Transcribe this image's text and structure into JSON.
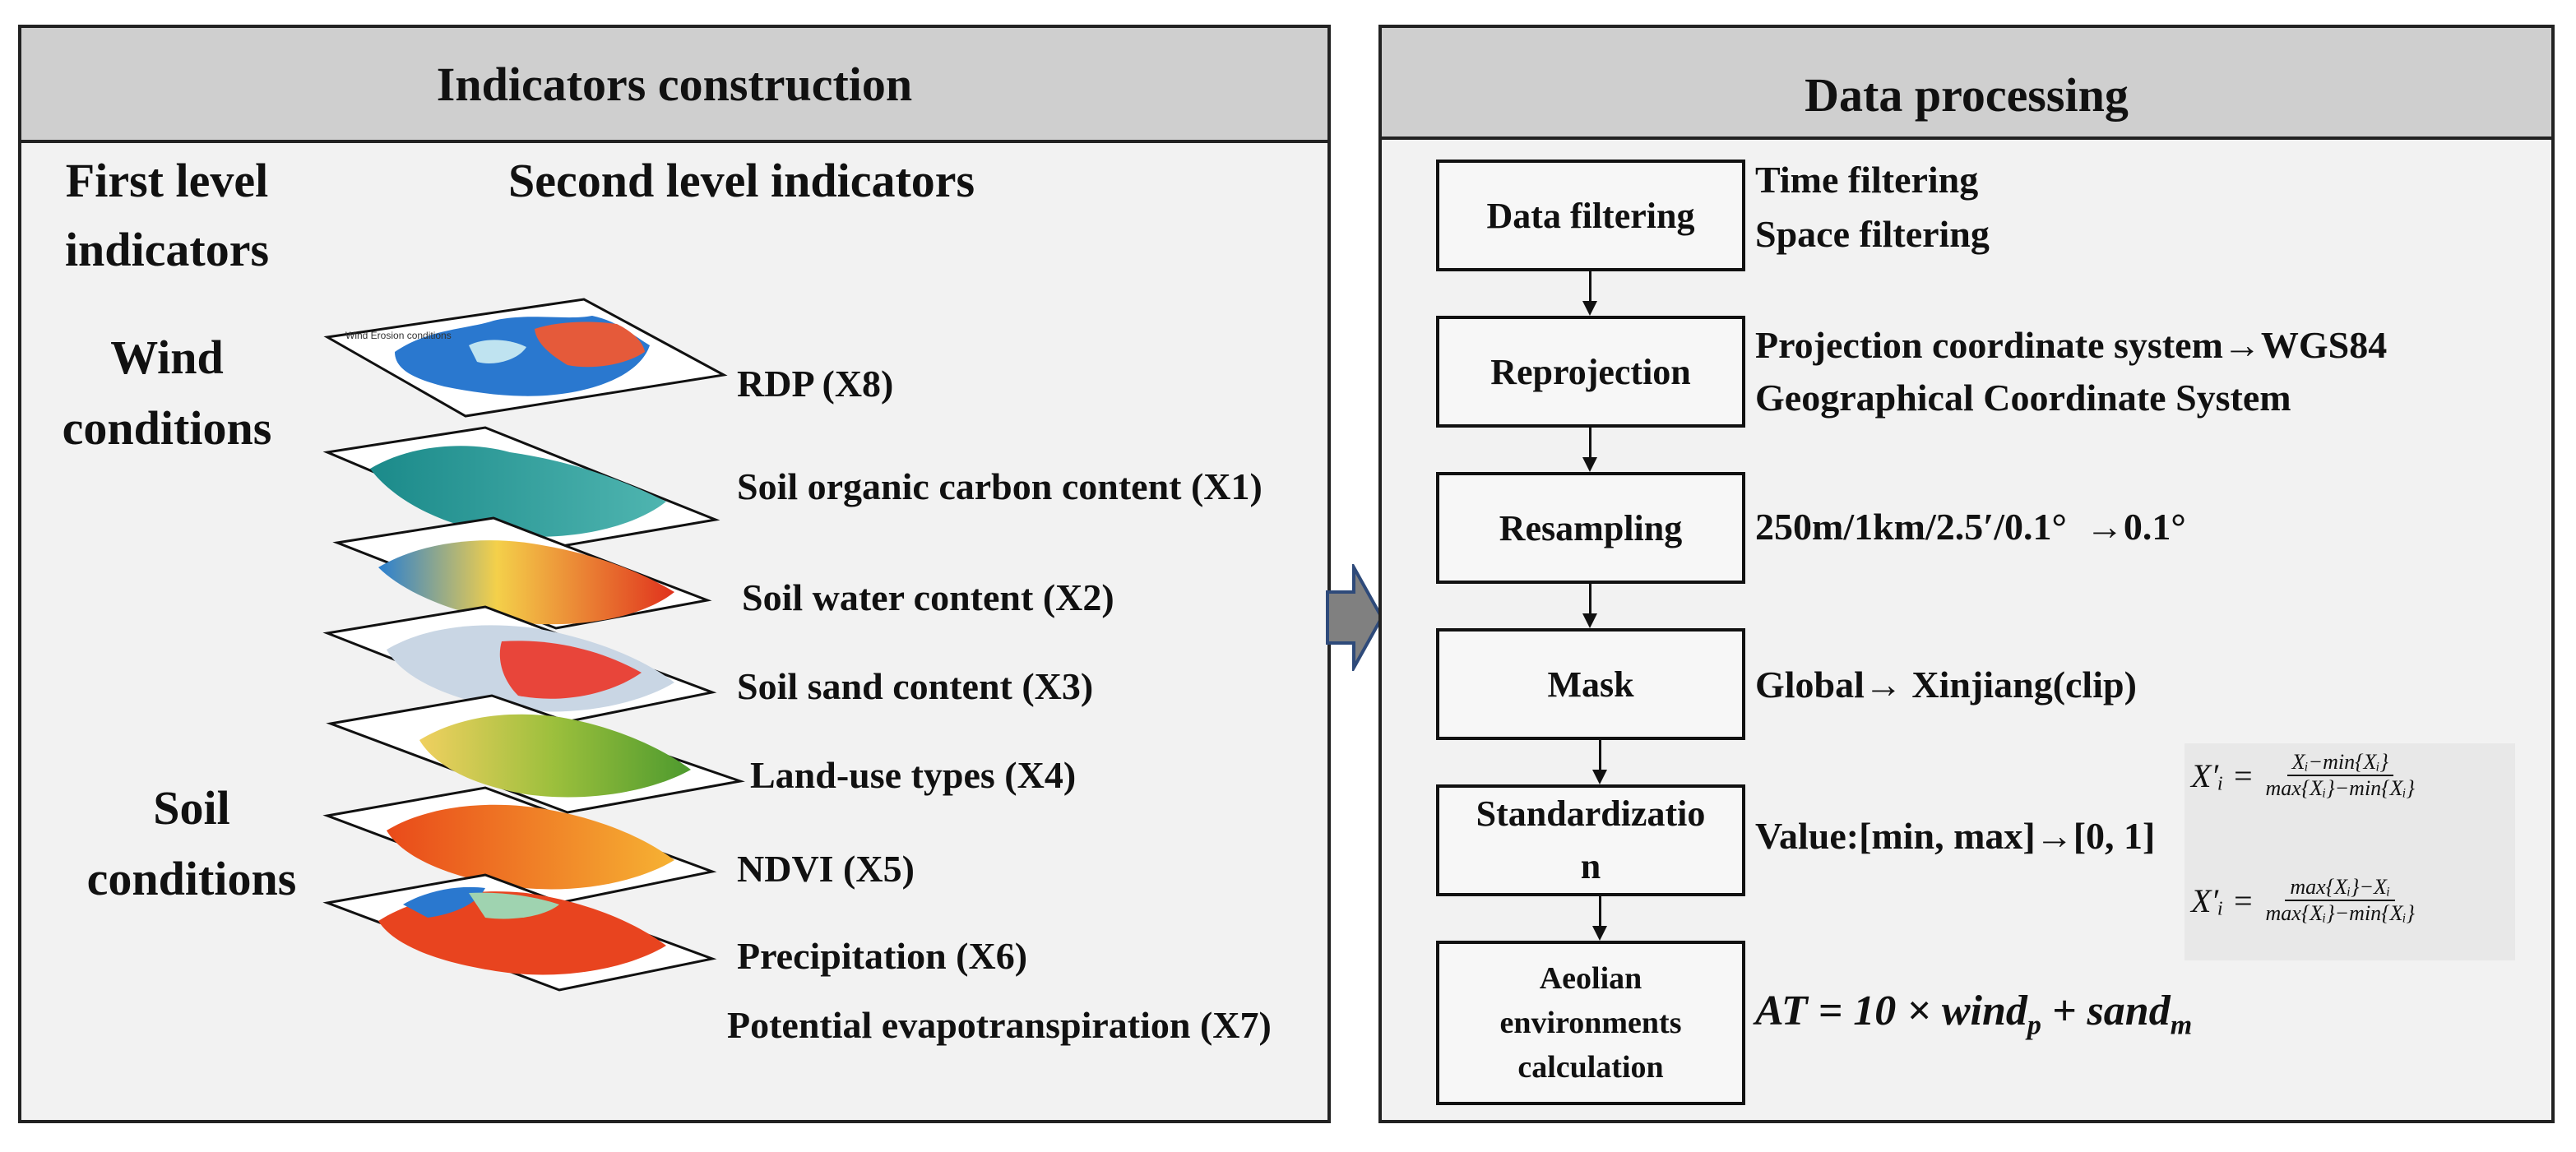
{
  "left_panel": {
    "title": "Indicators construction",
    "col1_header": "First level\nindicators",
    "col2_header": "Second level indicators",
    "wind_label": "Wind\nconditions",
    "soil_label": "Soil\nconditions",
    "map_legend_text": "Wind Erosion conditions",
    "indicators": [
      "RDP (X8)",
      "Soil organic carbon content (X1)",
      "Soil water content (X2)",
      "Soil sand content (X3)",
      "Land-use types (X4)",
      "NDVI (X5)",
      "Precipitation (X6)",
      "Potential evapotranspiration (X7)"
    ]
  },
  "right_panel": {
    "title": "Data processing",
    "steps": [
      {
        "label": "Data filtering",
        "desc": "Time filtering\nSpace filtering"
      },
      {
        "label": "Reprojection",
        "desc": "Projection coordinate system→WGS84\nGeographical Coordinate System"
      },
      {
        "label": "Resampling",
        "desc": "250m/1km/2.5′/0.1°  →0.1°"
      },
      {
        "label": "Mask",
        "desc": "Global→ Xinjiang(clip)"
      },
      {
        "label": "Standardizatio\nn",
        "desc": "Value:[min, max]→[0, 1]"
      },
      {
        "label": "Aeolian\nenvironments\ncalculation",
        "desc": "AT = 10 × wind_p + sand_m"
      }
    ],
    "formula1": {
      "lhs": "X′ᵢ =",
      "num": "Xᵢ−min{Xᵢ}",
      "den": "max{Xᵢ}−min{Xᵢ}"
    },
    "formula2": {
      "lhs": "X′ᵢ =",
      "num": "max{Xᵢ}−Xᵢ",
      "den": "max{Xᵢ}−min{Xᵢ}"
    },
    "at_formula": {
      "lhs": "AT = 10 × ",
      "wind": "wind",
      "wind_sub": "p",
      "plus": " + ",
      "sand": "sand",
      "sand_sub": "m"
    }
  },
  "colors": {
    "panel_bg": "#f2f2f2",
    "header_bg": "#cfcfcf",
    "arrow": "#808080",
    "arrow_border": "#2e4a7a"
  }
}
